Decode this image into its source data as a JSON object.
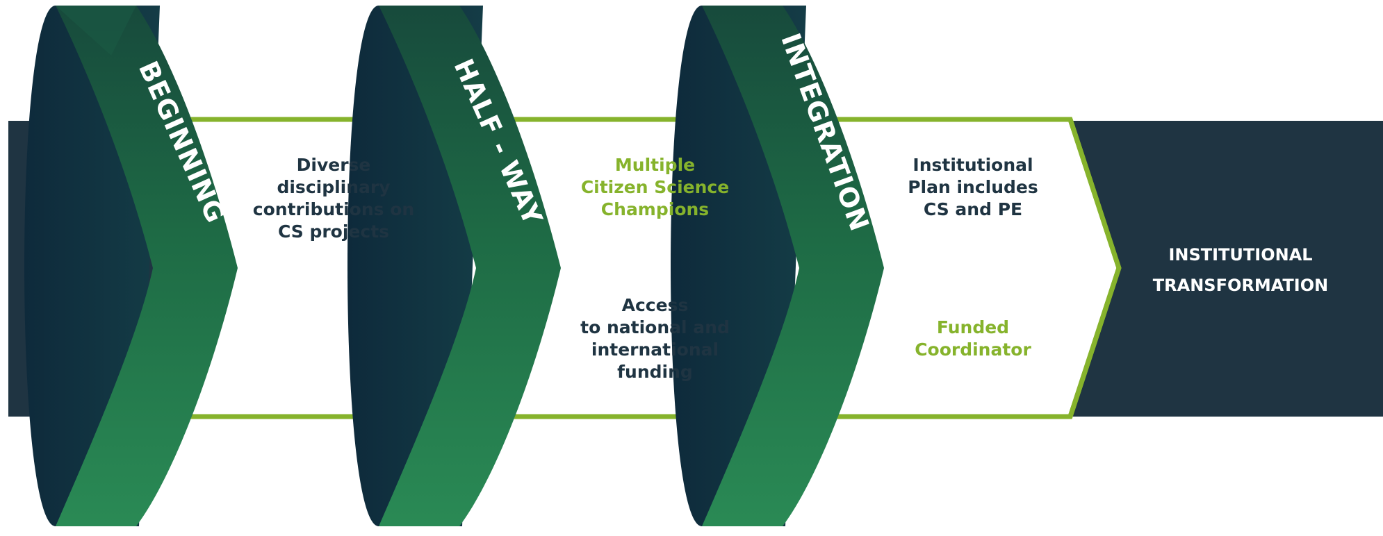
{
  "diagram": {
    "stages": [
      {
        "label": "BEGINNING"
      },
      {
        "label": "HALF - WAY"
      },
      {
        "label": "INTEGRATION"
      }
    ],
    "segments": [
      {
        "top_text": "Diverse\ndisciplinary\ncontributions on\nCS projects"
      },
      {
        "top_text": "Multiple\nCitizen Science\nChampions",
        "bottom_text": "Access\nto national and\ninternational\nfunding"
      },
      {
        "top_text": "Institutional\nPlan includes\nCS and PE",
        "bottom_text": "Funded\nCoordinator"
      }
    ],
    "end_label": "INSTITUTIONAL\nTRANSFORMATION"
  },
  "colors": {
    "navy": "#1f3442",
    "lime": "#86b32c",
    "forest": "#1e6b45",
    "deep_navy": "#0f2d3f"
  }
}
